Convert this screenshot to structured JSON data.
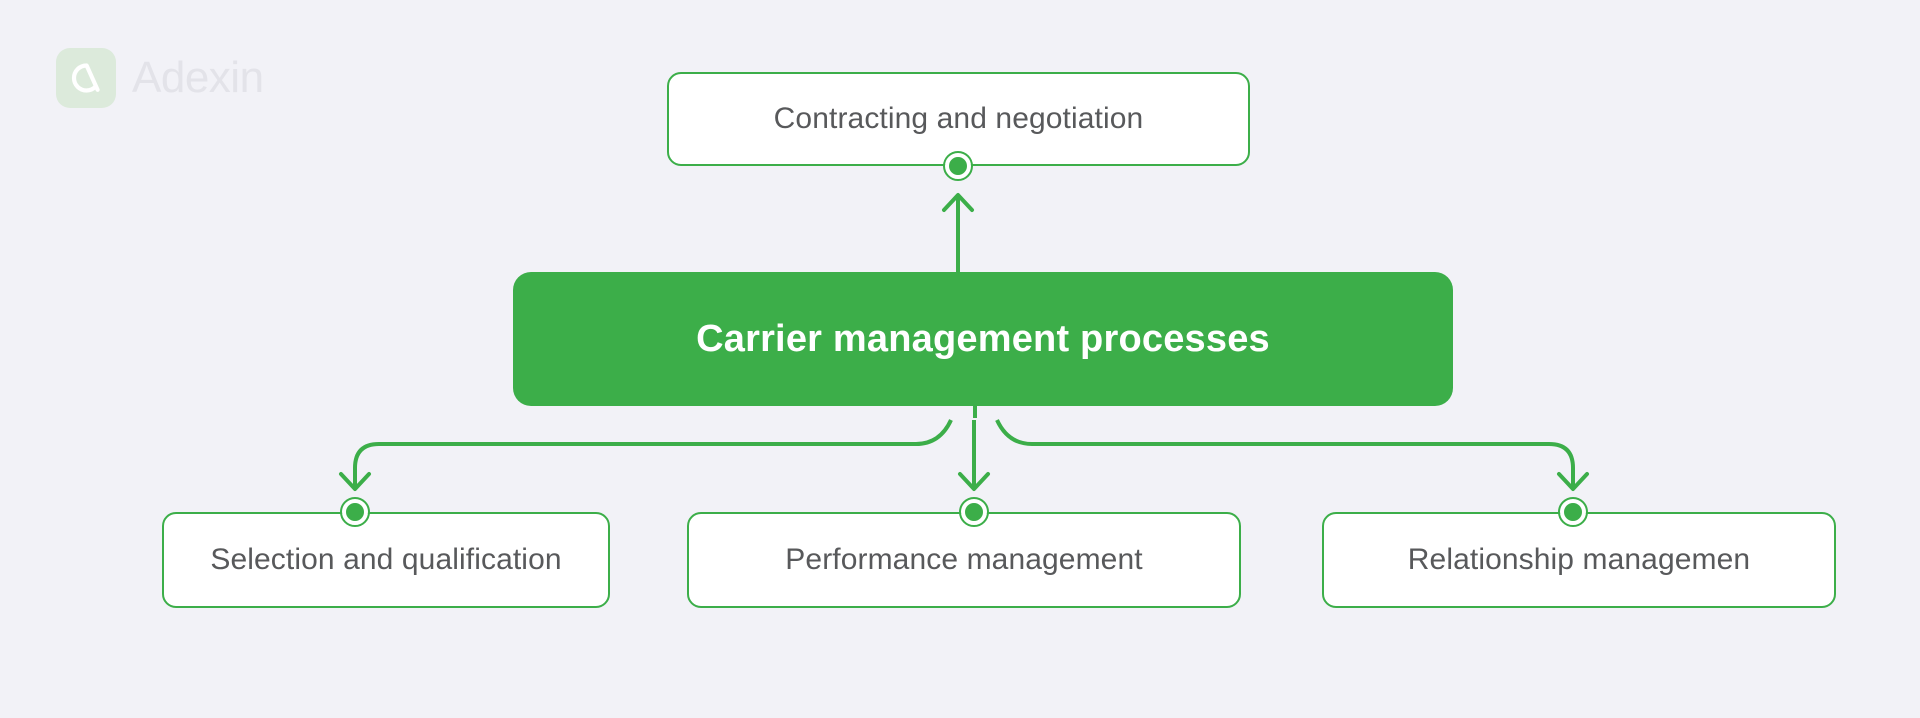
{
  "branding": {
    "logo_mark_icon": "adexin-logo-icon",
    "logo_text": "Adexin",
    "logo_mark_color": "#dceadb",
    "logo_text_color": "#e3e3e9"
  },
  "theme": {
    "background": "#f2f2f7",
    "accent_green": "#3cae49",
    "node_border": "#3cae49",
    "node_fill": "#ffffff",
    "node_text": "#58595b",
    "root_text": "#ffffff"
  },
  "diagram": {
    "type": "hierarchy-flowchart",
    "root": {
      "id": "carrier-management-processes",
      "label": "Carrier management processes",
      "style": "filled"
    },
    "nodes": [
      {
        "id": "contracting-and-negotiation",
        "label": "Contracting and negotiation",
        "style": "outline",
        "position": "above-root",
        "edge_direction": "up"
      },
      {
        "id": "selection-and-qualification",
        "label": "Selection and qualification",
        "style": "outline",
        "position": "below-root-left",
        "edge_direction": "down"
      },
      {
        "id": "performance-management",
        "label": "Performance management",
        "style": "outline",
        "position": "below-root-center",
        "edge_direction": "down"
      },
      {
        "id": "relationship-managemen",
        "label": "Relationship managemen",
        "style": "outline",
        "position": "below-root-right",
        "edge_direction": "down"
      }
    ],
    "edges": [
      {
        "from": "carrier-management-processes",
        "to": "contracting-and-negotiation",
        "arrow": "up"
      },
      {
        "from": "carrier-management-processes",
        "to": "selection-and-qualification",
        "arrow": "down"
      },
      {
        "from": "carrier-management-processes",
        "to": "performance-management",
        "arrow": "down"
      },
      {
        "from": "carrier-management-processes",
        "to": "relationship-managemen",
        "arrow": "down"
      }
    ]
  }
}
